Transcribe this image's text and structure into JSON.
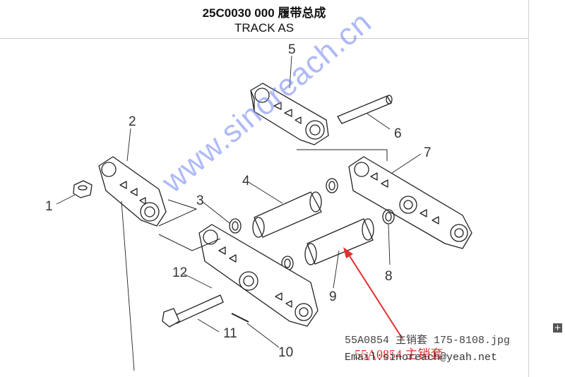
{
  "header": {
    "part_number": "25C0030 000  履带总成",
    "part_name": "TRACK AS"
  },
  "callouts": [
    "1",
    "2",
    "3",
    "4",
    "5",
    "6",
    "7",
    "8",
    "9",
    "10",
    "11",
    "12"
  ],
  "watermark": "www.sinoreach.cn",
  "overlay": {
    "filename": "55A0854 主销套 175-8108.jpg",
    "annotation": "55A0854  主销套",
    "email": "Email:sinoreach@yeah.net",
    "annotation_color": "#e03030",
    "watermark_color": "#6e82f0"
  },
  "icons": {
    "expand": "expand-icon"
  }
}
